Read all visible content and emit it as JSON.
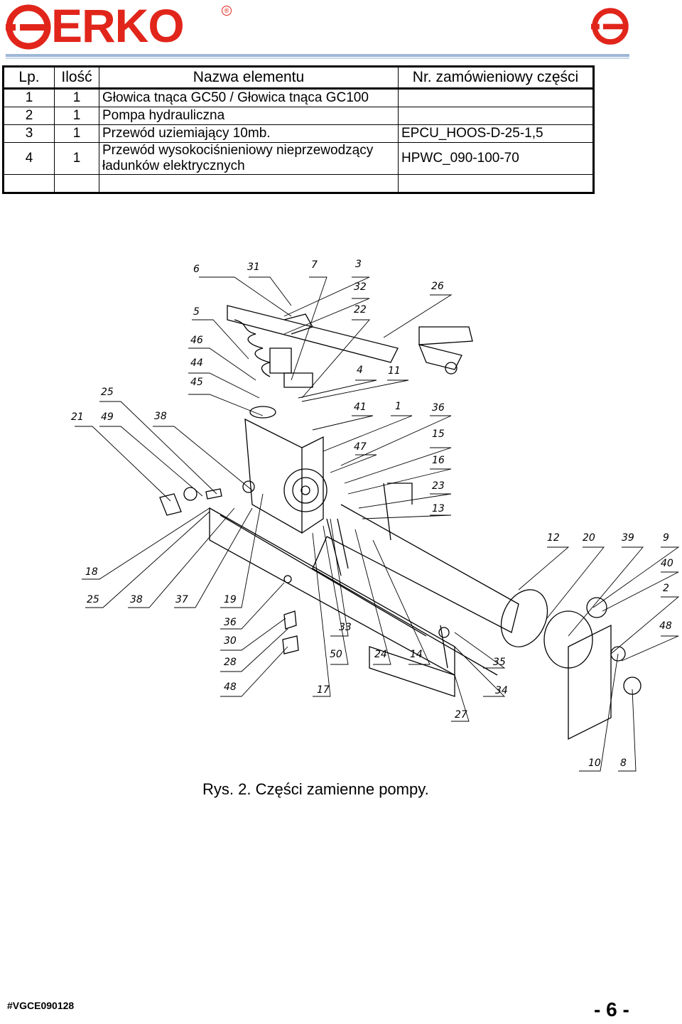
{
  "header": {
    "logo_text": "ERKO",
    "registered_mark": "®"
  },
  "table": {
    "headers": [
      "Lp.",
      "Ilość",
      "Nazwa elementu",
      "Nr. zamówieniowy części"
    ],
    "rows": [
      {
        "lp": "1",
        "qty": "1",
        "name": "Głowica tnąca GC50 / Głowica tnąca GC100",
        "nr": ""
      },
      {
        "lp": "2",
        "qty": "1",
        "name": "Pompa hydrauliczna",
        "nr": ""
      },
      {
        "lp": "3",
        "qty": "1",
        "name": "Przewód uziemiający 10mb.",
        "nr": "EPCU_HOOS-D-25-1,5"
      },
      {
        "lp": "4",
        "qty": "1",
        "name_line1": "Przewód wysokociśnieniowy nieprzewodzący",
        "name_line2": "ładunków elektrycznych",
        "nr": "HPWC_090-100-70"
      }
    ]
  },
  "drawing": {
    "labels": [
      "6",
      "31",
      "7",
      "3",
      "32",
      "26",
      "22",
      "5",
      "46",
      "44",
      "45",
      "4",
      "11",
      "25",
      "21",
      "49",
      "38",
      "41",
      "1",
      "36",
      "47",
      "15",
      "16",
      "23",
      "13",
      "12",
      "20",
      "39",
      "9",
      "40",
      "2",
      "48",
      "18",
      "25",
      "38",
      "37",
      "19",
      "36",
      "30",
      "28",
      "48",
      "33",
      "50",
      "24",
      "14",
      "35",
      "34",
      "17",
      "27",
      "10",
      "8"
    ]
  },
  "caption": "Rys. 2. Części zamienne pompy.",
  "footer": {
    "doc_id": "#VGCE090128",
    "page": "- 6 -"
  }
}
